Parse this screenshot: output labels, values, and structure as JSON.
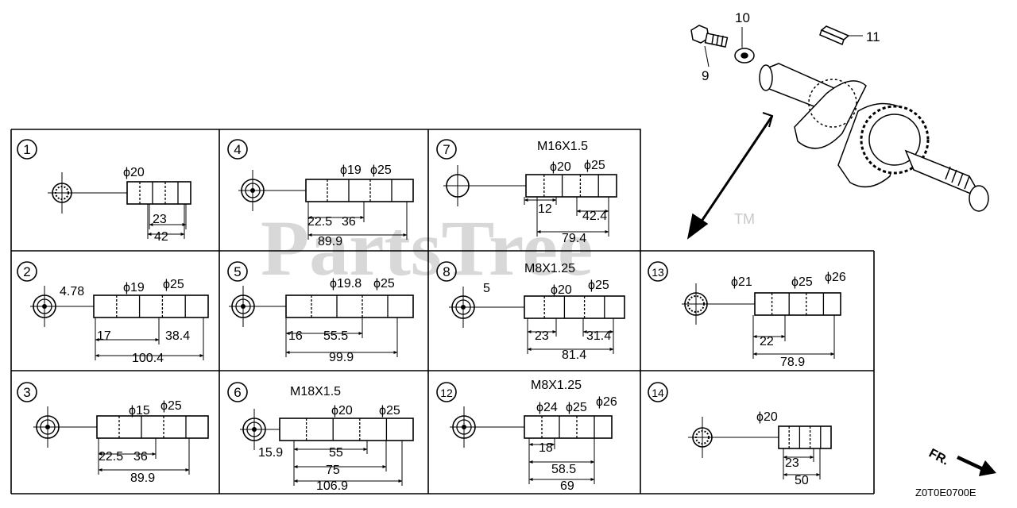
{
  "watermark": {
    "text": "PartsTree",
    "tm": "TM"
  },
  "diagram_code": "Z0T0E0700E",
  "front_label": "FR.",
  "assembly_callouts": {
    "bolt": "9",
    "washer": "10",
    "key": "11"
  },
  "variants": [
    {
      "id": "1",
      "labels": [
        "ϕ20",
        "23",
        "42"
      ]
    },
    {
      "id": "2",
      "labels": [
        "4.78",
        "ϕ19",
        "ϕ25",
        "17",
        "38.4",
        "100.4"
      ]
    },
    {
      "id": "3",
      "labels": [
        "ϕ15",
        "ϕ25",
        "22.5",
        "36",
        "89.9"
      ]
    },
    {
      "id": "4",
      "labels": [
        "ϕ19",
        "ϕ25",
        "22.5",
        "36",
        "89.9"
      ]
    },
    {
      "id": "5",
      "labels": [
        "ϕ19.8",
        "ϕ25",
        "16",
        "55.5",
        "99.9"
      ]
    },
    {
      "id": "6",
      "labels": [
        "M18X1.5",
        "ϕ20",
        "ϕ25",
        "15.9",
        "55",
        "75",
        "106.9"
      ]
    },
    {
      "id": "7",
      "labels": [
        "M16X1.5",
        "ϕ20",
        "ϕ25",
        "12",
        "42.4",
        "79.4"
      ]
    },
    {
      "id": "8",
      "labels": [
        "5",
        "M8X1.25",
        "ϕ20",
        "ϕ25",
        "23",
        "31.4",
        "81.4"
      ]
    },
    {
      "id": "12",
      "labels": [
        "M8X1.25",
        "ϕ24",
        "ϕ25",
        "ϕ26",
        "18",
        "58.5",
        "69"
      ]
    },
    {
      "id": "13",
      "labels": [
        "ϕ21",
        "ϕ25",
        "ϕ26",
        "22",
        "78.9"
      ]
    },
    {
      "id": "14",
      "labels": [
        "ϕ20",
        "23",
        "50"
      ]
    }
  ]
}
